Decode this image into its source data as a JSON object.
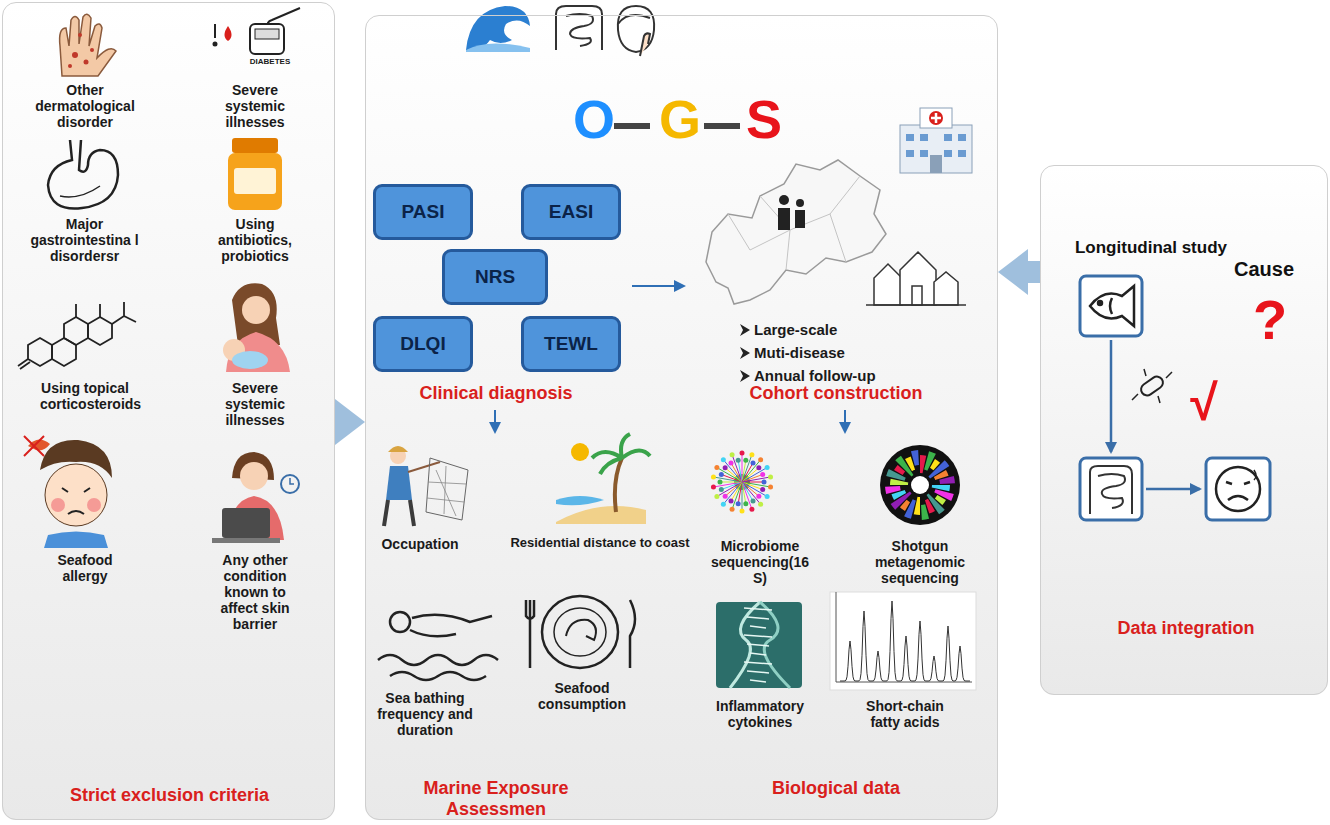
{
  "diagram": {
    "nodes": [
      {
        "text": [
          "Strict exclusion criteria"
        ]
      },
      {
        "text": [
          "Clinical diagnosis",
          "Cohort construction",
          "Marine Exposure Assessmen",
          "Biological data"
        ]
      },
      {
        "text": [
          "PASI"
        ],
        "in": 1
      },
      {
        "text": [
          "EASI"
        ],
        "in": 1
      },
      {
        "text": [
          "NRS"
        ],
        "in": 1
      },
      {
        "text": [
          "DLQI"
        ],
        "in": 1
      },
      {
        "text": [
          "TEWL"
        ],
        "in": 1
      },
      {
        "text": [
          "Longitudinal study",
          "Data integration"
        ]
      }
    ],
    "edges": [
      {
        "from": 0,
        "to": 1,
        "arrow": "to"
      },
      {
        "from": 7,
        "to": 1,
        "arrow": "to"
      }
    ],
    "labels": [
      "Other dermatological disorder",
      "DIABETES",
      "Severe systemic illnesses",
      "Major gastrointestina l disordersr",
      "Using antibiotics, probiotics",
      "Using topical corticosteroids",
      "Severe systemic illnesses",
      "Seafood allergy",
      "Any other condition known to affect skin barrier",
      "O",
      "G",
      "S",
      "Large-scale",
      "Muti-disease",
      "Annual follow-up",
      "Occupation",
      "Residential distance to coast",
      "Sea bathing frequency and duration",
      "Seafood consumption",
      "Microbiome sequencing(16 S)",
      "Shotgun metagenomic sequencing",
      "Inflammatory cytokines",
      "Short-chain fatty acids",
      "Cause",
      "?",
      "√"
    ]
  }
}
